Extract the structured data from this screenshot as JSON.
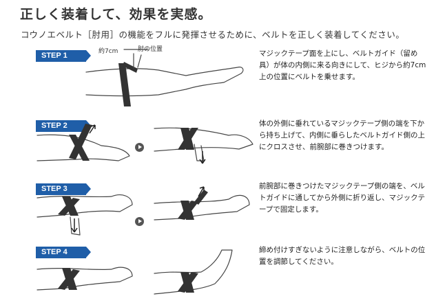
{
  "header": {
    "title": "正しく装着して、効果を実感。",
    "subtitle": "コウノエベルト［肘用］の機能をフルに発揮させるために、ベルトを正しく装着してください。"
  },
  "labels": {
    "distance": "約7cm",
    "elbow_position": "肘の位置"
  },
  "steps": [
    {
      "label": "STEP 1",
      "text": "マジックテープ面を上にし、ベルトガイド（留め具）が体の内側に来る向きにして、ヒジから約7cm上の位置にベルトを乗せます。"
    },
    {
      "label": "STEP 2",
      "text": "体の外側に垂れているマジックテープ側の端を下から持ち上げて、内側に垂らしたベルトガイド側の上にクロスさせ、前腕部に巻きつけます。"
    },
    {
      "label": "STEP 3",
      "text": "前腕部に巻きつけたマジックテープ側の端を、ベルトガイドに通してから外側に折り返し、マジックテープで固定します。"
    },
    {
      "label": "STEP 4",
      "text": "締め付けすぎないように注意しながら、ベルトの位置を調節してください。"
    }
  ],
  "colors": {
    "badge": "#1f5ea8",
    "belt": "#333333"
  }
}
